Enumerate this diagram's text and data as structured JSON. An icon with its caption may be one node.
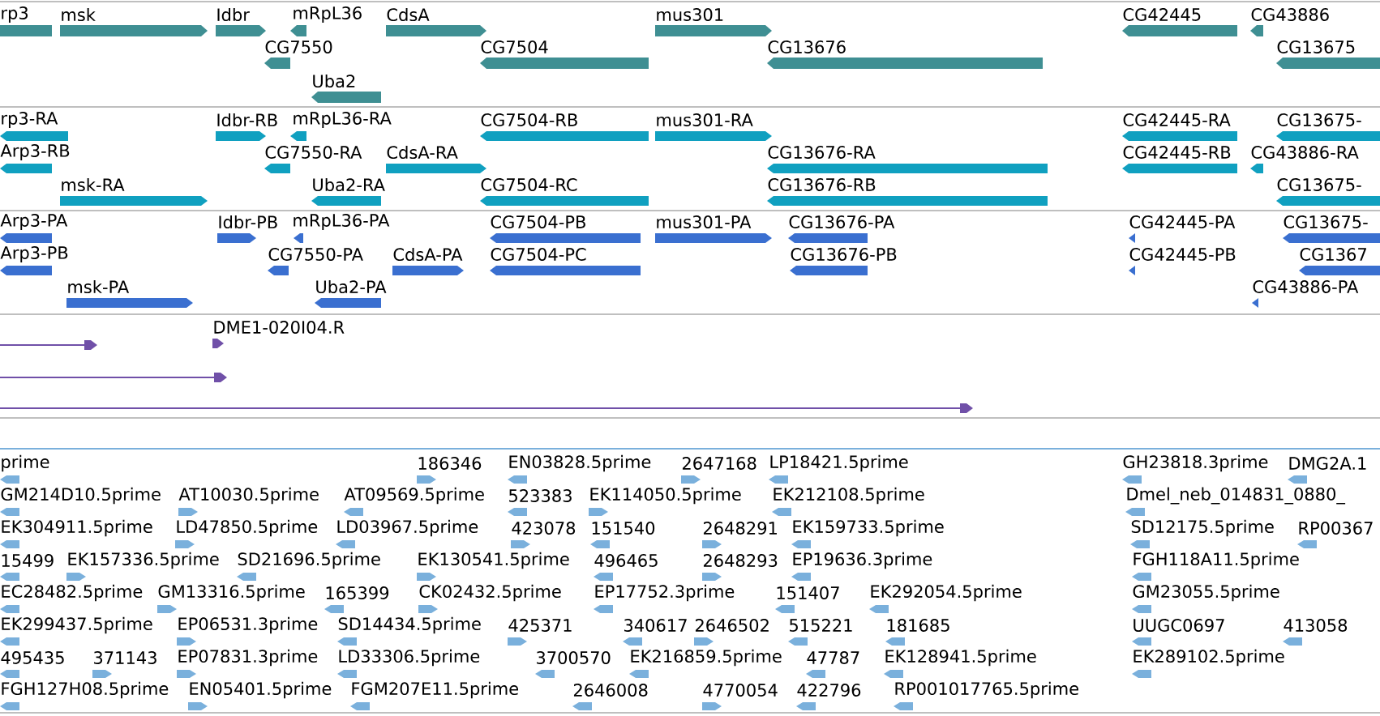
{
  "diagram": {
    "labels": [
      "rp3",
      "msk",
      "Idbr",
      "mRpL36",
      "CdsA",
      "mus301",
      "CG42445",
      "CG43886",
      "CG7550",
      "CG7504",
      "CG13676",
      "CG13675",
      "Uba2",
      "rp3-RA",
      "Idbr-RB",
      "mRpL36-RA",
      "CG7504-RB",
      "mus301-RA",
      "CG42445-RA",
      "CG13675-",
      "Arp3-RB",
      "CG7550-RA",
      "CdsA-RA",
      "CG13676-RA",
      "CG42445-RB",
      "CG43886-RA",
      "msk-RA",
      "Uba2-RA",
      "CG7504-RC",
      "CG13676-RB",
      "CG13675-",
      "Arp3-PA",
      "Idbr-PB",
      "mRpL36-PA",
      "CG7504-PB",
      "mus301-PA",
      "CG13676-PA",
      "CG42445-PA",
      "CG13675-",
      "Arp3-PB",
      "CG7550-PA",
      "CdsA-PA",
      "CG7504-PC",
      "CG13676-PB",
      "CG42445-PB",
      "CG1367",
      "msk-PA",
      "Uba2-PA",
      "CG43886-PA",
      "DME1-020I04.R",
      "prime",
      "186346",
      "EN03828.5prime",
      "2647168",
      "LP18421.5prime",
      "GH23818.3prime",
      "DMG2A.1",
      "GM214D10.5prime",
      "AT10030.5prime",
      "AT09569.5prime",
      "523383",
      "EK114050.5prime",
      "EK212108.5prime",
      "Dmel_neb_014831_0880_",
      "EK304911.5prime",
      "LD47850.5prime",
      "LD03967.5prime",
      "423078",
      "151540",
      "2648291",
      "EK159733.5prime",
      "SD12175.5prime",
      "RP00367",
      "15499",
      "EK157336.5prime",
      "SD21696.5prime",
      "EK130541.5prime",
      "496465",
      "2648293",
      "EP19636.3prime",
      "FGH118A11.5prime",
      "EC28482.5prime",
      "GM13316.5prime",
      "165399",
      "CK02432.5prime",
      "EP17752.3prime",
      "151407",
      "EK292054.5prime",
      "GM23055.5prime",
      "EK299437.5prime",
      "EP06531.3prime",
      "SD14434.5prime",
      "425371",
      "340617",
      "2646502",
      "515221",
      "181685",
      "UUGC0697",
      "413058",
      "495435",
      "371143",
      "EP07831.3prime",
      "LD33306.5prime",
      "3700570",
      "EK216859.5prime",
      "47787",
      "EK128941.5prime",
      "EK289102.5prime",
      "FGH127H08.5prime",
      "EN05401.5prime",
      "FGM207E11.5prime",
      "2646008",
      "4770054",
      "422796",
      "RP001017765.5prime"
    ]
  }
}
